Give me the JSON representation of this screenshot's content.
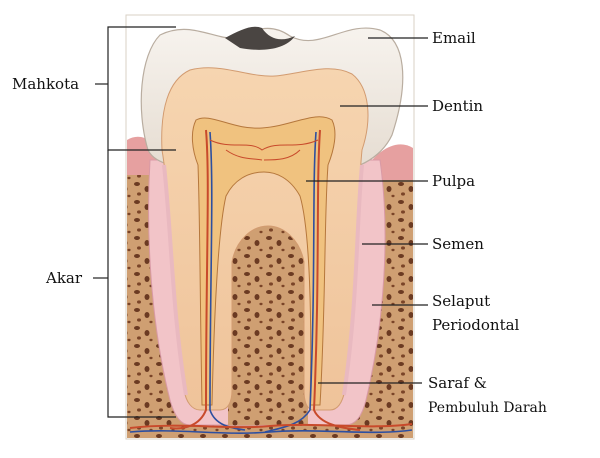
{
  "labels": {
    "mahkota": "Mahkota",
    "akar": "Akar",
    "email": "Email",
    "dentin": "Dentin",
    "pulpa": "Pulpa",
    "semen": "Semen",
    "selaput_line1": "Selaput",
    "selaput_line2": "Periodontal",
    "saraf_line1": "Saraf &",
    "saraf_line2": "Pembuluh Darah"
  },
  "colors": {
    "enamel": "#f1ece4",
    "dentin": "#f3cfa6",
    "pulp": "#f2c98a",
    "cementum": "#f0c7c7",
    "bone": "#c99a6e",
    "bone_pores": "#6b3a22",
    "gum": "#e39a9a",
    "nerve": "#c84a2b",
    "vessel": "#2d4fa0"
  }
}
